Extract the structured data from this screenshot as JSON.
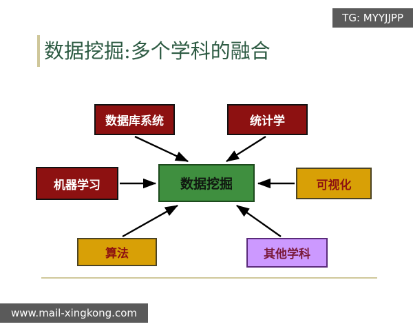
{
  "slide": {
    "title": "数据挖掘:多个学科的融合",
    "accent_color": "#cfc79a",
    "title_color": "#2d5b43",
    "background": "#ffffff"
  },
  "diagram": {
    "type": "hub-and-spoke",
    "center": {
      "id": "data-mining",
      "label": "数据挖掘",
      "fill": "#3f8f3f",
      "text_color": "#101810",
      "border_color": "#1d4a1d"
    },
    "nodes": [
      {
        "id": "database-systems",
        "label": "数据库系统",
        "fill": "#8d1111",
        "text_color": "#ffffff",
        "border_color": "#111111",
        "position": "top-left",
        "arrow_to": "data-mining"
      },
      {
        "id": "statistics",
        "label": "统计学",
        "fill": "#8d1111",
        "text_color": "#ffffff",
        "border_color": "#111111",
        "position": "top-right",
        "arrow_to": "data-mining"
      },
      {
        "id": "machine-learning",
        "label": "机器学习",
        "fill": "#8d1111",
        "text_color": "#ffffff",
        "border_color": "#111111",
        "position": "left",
        "arrow_to": "data-mining"
      },
      {
        "id": "visualization",
        "label": "可视化",
        "fill": "#d8a006",
        "text_color": "#8d1111",
        "border_color": "#4b4324",
        "position": "right",
        "arrow_to": "data-mining"
      },
      {
        "id": "algorithms",
        "label": "算法",
        "fill": "#d8a006",
        "text_color": "#8d1111",
        "border_color": "#4b4324",
        "position": "bottom-left",
        "arrow_to": "data-mining"
      },
      {
        "id": "other-disciplines",
        "label": "其他学科",
        "fill": "#cc99ff",
        "text_color": "#7a1a3a",
        "border_color": "#5a2a7a",
        "position": "bottom-right",
        "arrow_to": "data-mining"
      }
    ]
  },
  "watermarks": {
    "top_right": "TG: MYYJJPP",
    "bottom_left": "www.mail-xingkong.com",
    "background": "#5a5a5a",
    "text_color": "#ffffff"
  }
}
